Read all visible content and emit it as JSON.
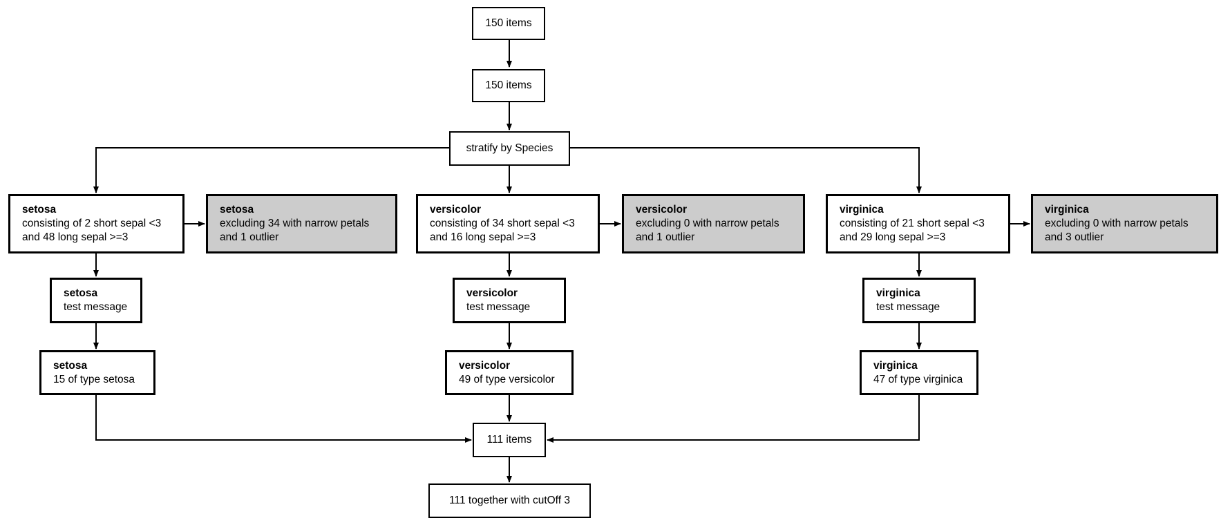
{
  "colors": {
    "node_fill": "#ffffff",
    "exclude_fill": "#cccccc",
    "border": "#000000",
    "arrow": "#000000"
  },
  "flow": {
    "source": {
      "label": "150 items"
    },
    "filtered": {
      "label": "150 items"
    },
    "stratify": {
      "label": "stratify by Species"
    },
    "merge": {
      "label": "111 items"
    },
    "end": {
      "label": "111 together with cutOff 3"
    }
  },
  "branches": [
    {
      "name": "setosa",
      "main": {
        "title": "setosa",
        "lines": [
          "consisting of 2 short sepal <3",
          "and 48 long sepal >=3"
        ]
      },
      "exclude": {
        "title": "setosa",
        "lines": [
          "excluding 34 with narrow petals",
          "and 1 outlier"
        ]
      },
      "test": {
        "title": "setosa",
        "lines": [
          "test message"
        ]
      },
      "count": {
        "title": "setosa",
        "lines": [
          "15 of type setosa"
        ]
      }
    },
    {
      "name": "versicolor",
      "main": {
        "title": "versicolor",
        "lines": [
          "consisting of 34 short sepal <3",
          "and 16 long sepal >=3"
        ]
      },
      "exclude": {
        "title": "versicolor",
        "lines": [
          "excluding 0 with narrow petals",
          "and 1 outlier"
        ]
      },
      "test": {
        "title": "versicolor",
        "lines": [
          "test message"
        ]
      },
      "count": {
        "title": "versicolor",
        "lines": [
          "49 of type versicolor"
        ]
      }
    },
    {
      "name": "virginica",
      "main": {
        "title": "virginica",
        "lines": [
          "consisting of 21 short sepal <3",
          "and 29 long sepal >=3"
        ]
      },
      "exclude": {
        "title": "virginica",
        "lines": [
          "excluding 0 with narrow petals",
          "and 3 outlier"
        ]
      },
      "test": {
        "title": "virginica",
        "lines": [
          "test message"
        ]
      },
      "count": {
        "title": "virginica",
        "lines": [
          "47 of type virginica"
        ]
      }
    }
  ]
}
